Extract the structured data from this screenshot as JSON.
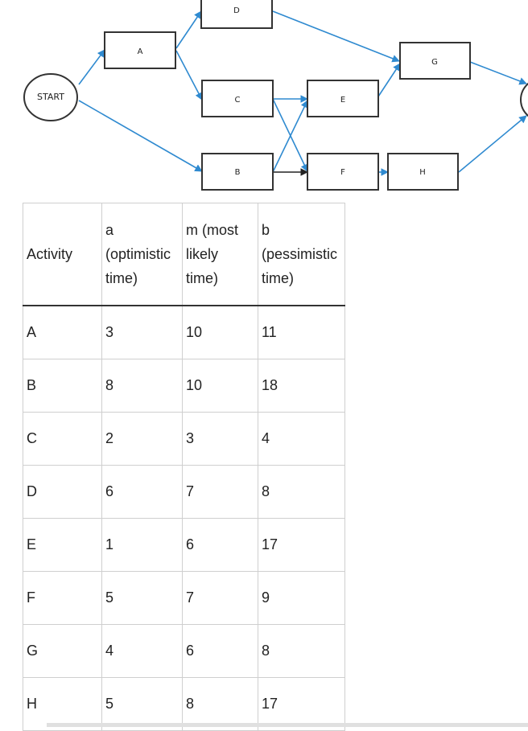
{
  "diagram": {
    "start_label": "START",
    "nodes": {
      "A": "A",
      "B": "B",
      "C": "C",
      "D": "D",
      "E": "E",
      "F": "F",
      "G": "G",
      "H": "H"
    },
    "edge_color": "#2f8ad0"
  },
  "table": {
    "headers": {
      "activity": "Activity",
      "a": [
        "a",
        "(optimistic",
        "time)"
      ],
      "m": [
        "m (most",
        "likely",
        "time)"
      ],
      "b": [
        "b",
        "(pessimistic",
        "time)"
      ]
    },
    "rows": [
      {
        "activity": "A",
        "a": "3",
        "m": "10",
        "b": "11"
      },
      {
        "activity": "B",
        "a": "8",
        "m": "10",
        "b": "18"
      },
      {
        "activity": "C",
        "a": "2",
        "m": "3",
        "b": "4"
      },
      {
        "activity": "D",
        "a": "6",
        "m": "7",
        "b": "8"
      },
      {
        "activity": "E",
        "a": "1",
        "m": "6",
        "b": "17"
      },
      {
        "activity": "F",
        "a": "5",
        "m": "7",
        "b": "9"
      },
      {
        "activity": "G",
        "a": "4",
        "m": "6",
        "b": "8"
      },
      {
        "activity": "H",
        "a": "5",
        "m": "8",
        "b": "17"
      }
    ]
  }
}
